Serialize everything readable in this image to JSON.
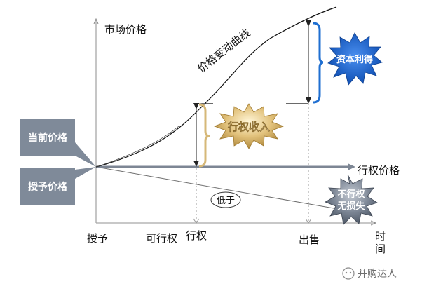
{
  "labels": {
    "y_axis": "市场价格",
    "curve": "价格变动曲线",
    "strike": "行权价格",
    "time_line1": "时",
    "time_line2": "间",
    "current_price": "当前价格",
    "grant_price": "授予价格",
    "low": "低于",
    "x_grant": "授予",
    "x_exercisable": "可行权",
    "x_exercise": "行权",
    "x_sell": "出售"
  },
  "bursts": {
    "capital_gain": "资本利得",
    "exercise_income": "行权收入",
    "no_exercise_line1": "不行权",
    "no_exercise_line2": "无损失"
  },
  "watermark": "并购达人",
  "colors": {
    "callout_box": "#7f8a99",
    "blue_accent": "#1f6fd1",
    "gold_accent": "#d6b878",
    "strike_line": "#7d8694"
  }
}
